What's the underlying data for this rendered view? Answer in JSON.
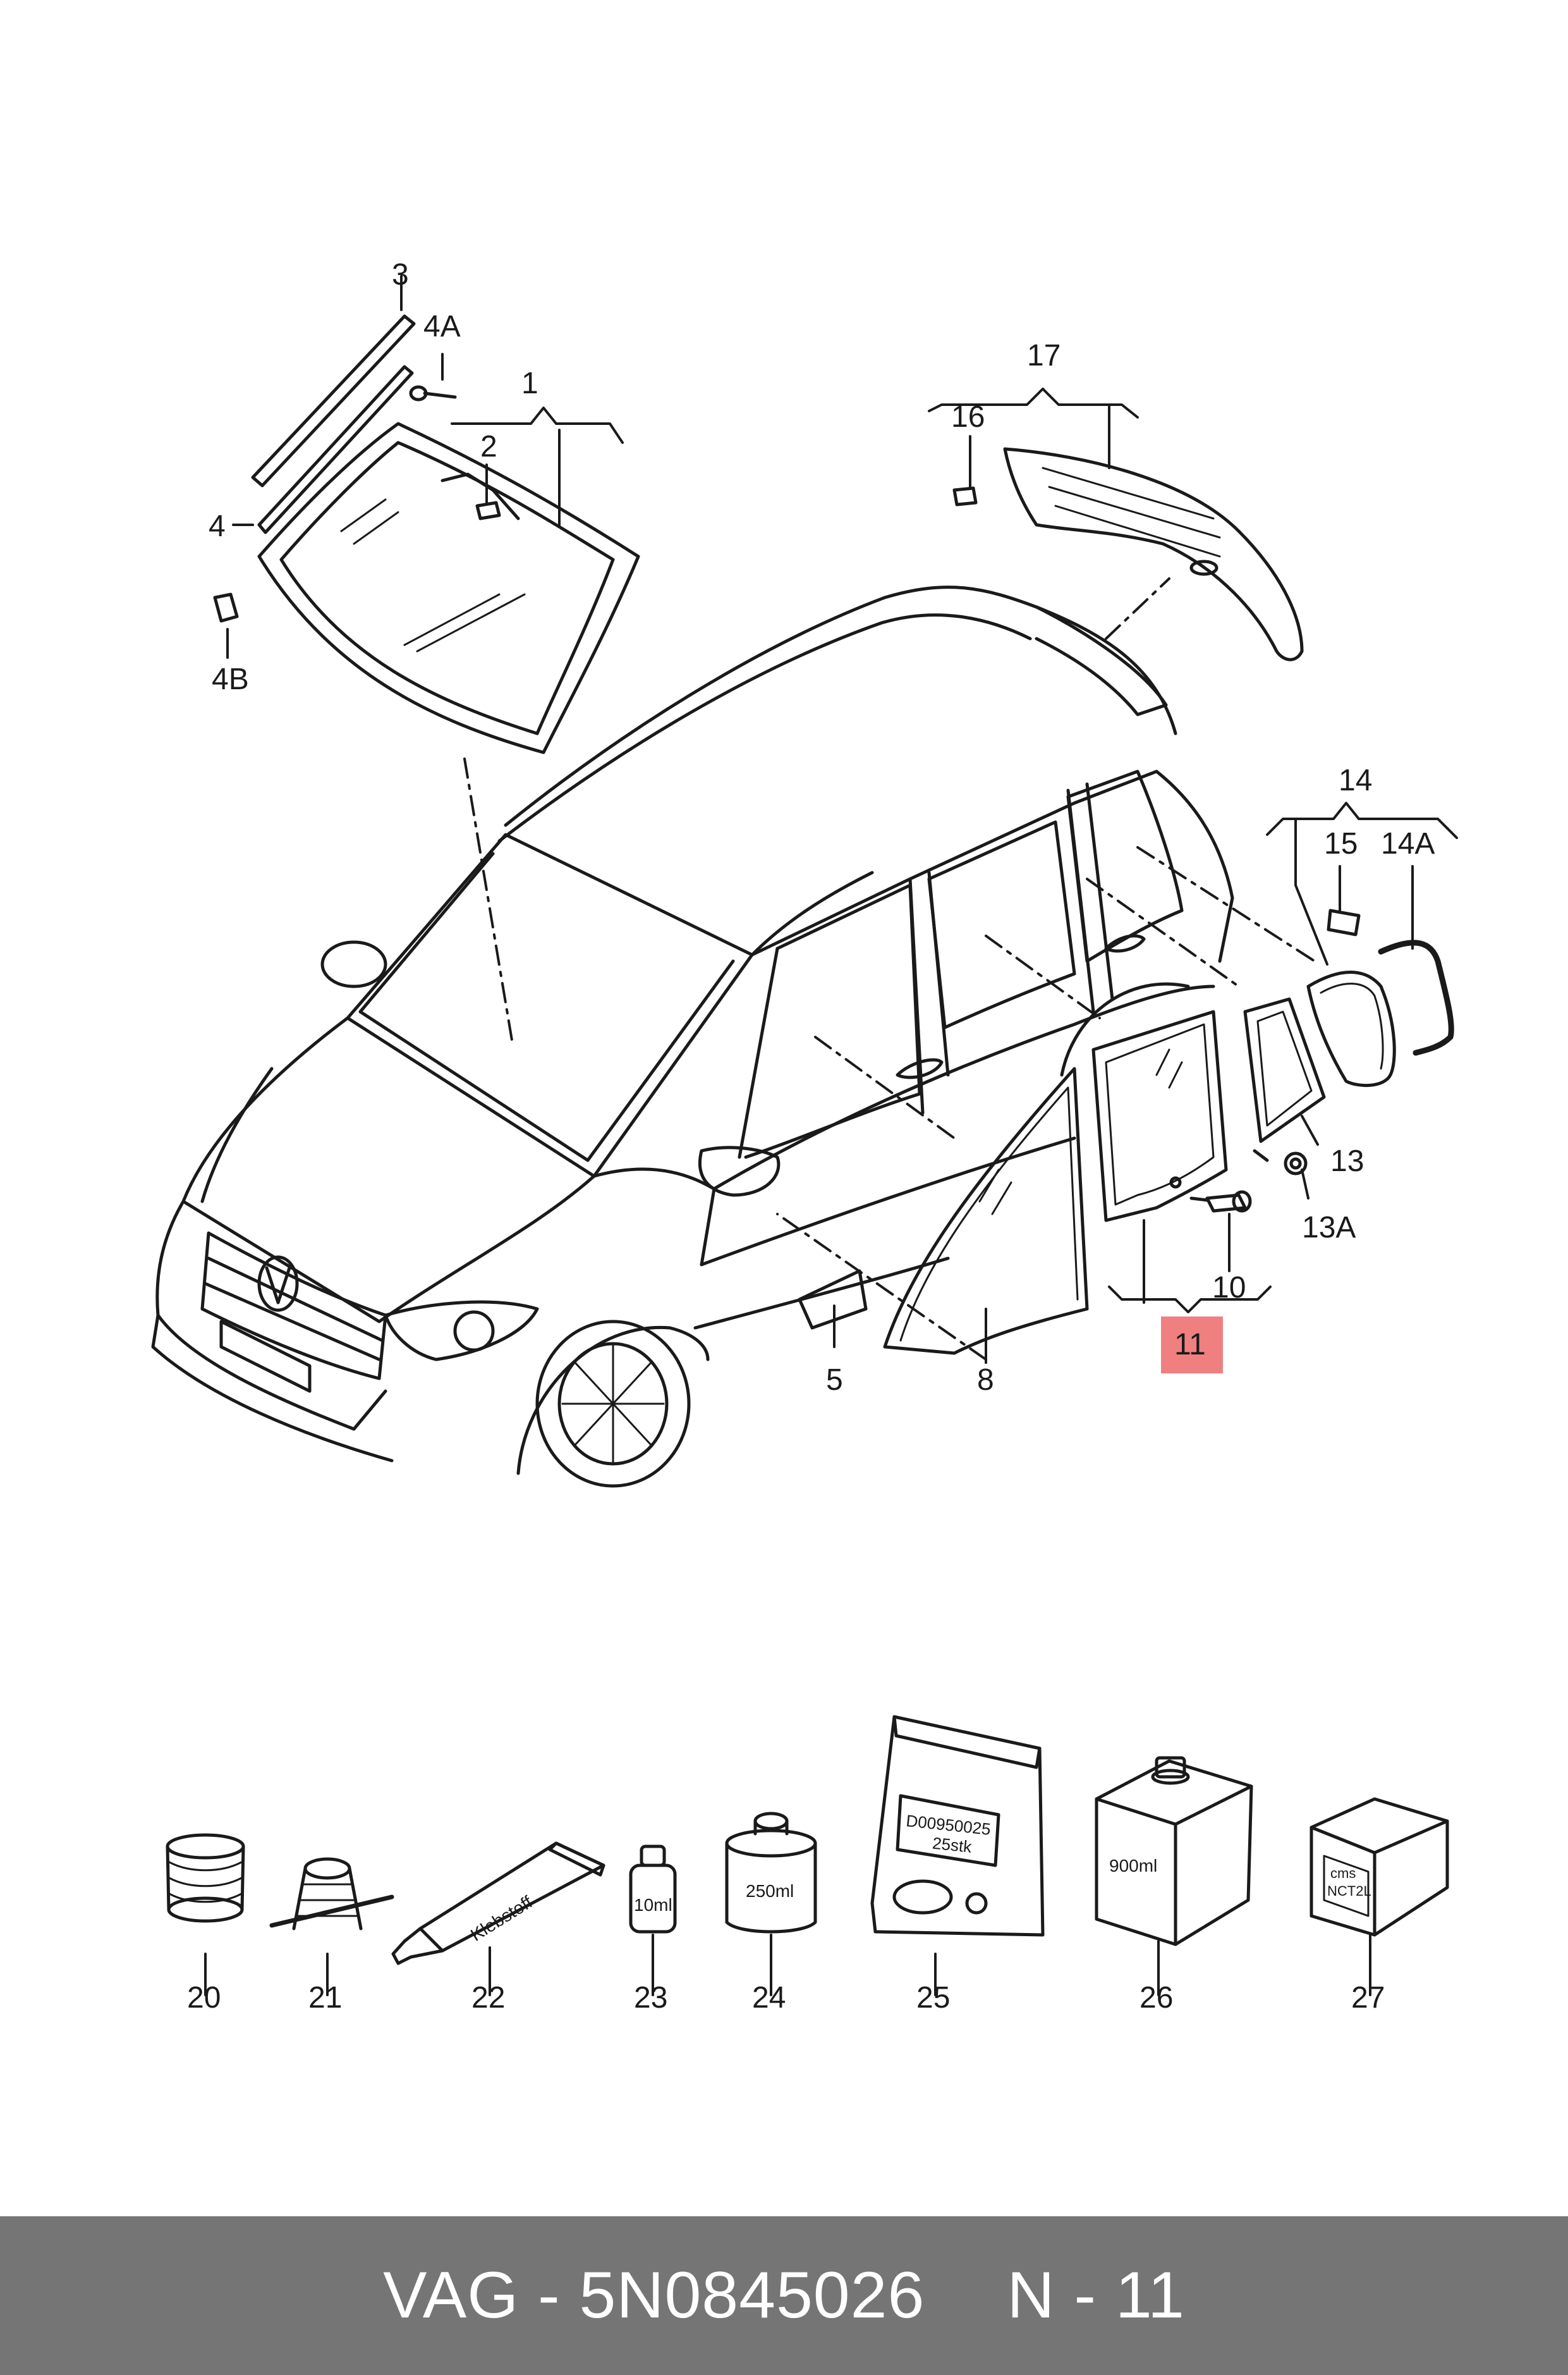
{
  "colors": {
    "highlight": "#f08080",
    "line": "#1a1a1a",
    "footer_bg": "#757575",
    "footer_text": "#ffffff"
  },
  "callouts": {
    "c1": "1",
    "c2": "2",
    "c3": "3",
    "c4": "4",
    "c4a": "4A",
    "c4b": "4B",
    "c5": "5",
    "c8": "8",
    "c10": "10",
    "c11": "11",
    "c13": "13",
    "c13a": "13A",
    "c14": "14",
    "c14a": "14A",
    "c15": "15",
    "c16": "16",
    "c17": "17",
    "c20": "20",
    "c21": "21",
    "c22": "22",
    "c23": "23",
    "c24": "24",
    "c25": "25",
    "c26": "26",
    "c27": "27"
  },
  "highlighted_callout": "11",
  "product_labels": {
    "tube": "Klebstoff",
    "small_bottle": "10ml",
    "jar": "250ml",
    "bag_line1": "D00950025",
    "bag_line2": "25stk",
    "canister": "900ml",
    "box_line1": "cms",
    "box_line2": "NCT2L"
  },
  "footer": {
    "brand_part": "VAG - 5N0845026",
    "page": "N - 11"
  }
}
